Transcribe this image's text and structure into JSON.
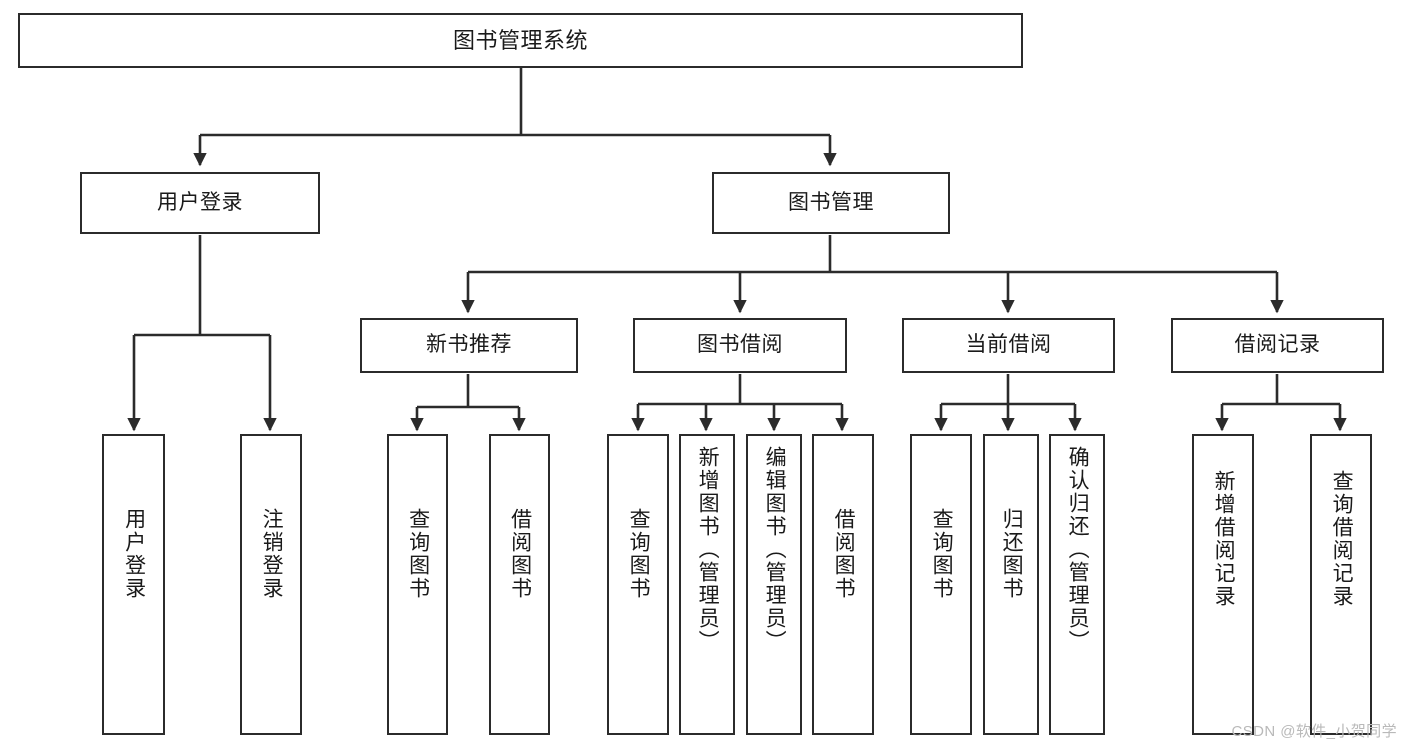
{
  "diagram": {
    "title": "图书管理系统",
    "type": "tree-hierarchy-chart",
    "watermark": "CSDN @软件_小贺同学",
    "colors": {
      "stroke": "#2b2b2b",
      "fill": "#ffffff",
      "text": "#1a1a1a",
      "watermark": "#b9b9b9"
    },
    "levels": {
      "root": "图书管理系统",
      "level1": [
        "用户登录",
        "图书管理"
      ],
      "level2": [
        "新书推荐",
        "图书借阅",
        "当前借阅",
        "借阅记录"
      ]
    }
  },
  "nodes": {
    "root": {
      "label": "图书管理系统"
    },
    "user_login": {
      "label": "用户登录"
    },
    "book_manage": {
      "label": "图书管理"
    },
    "new_book_rec": {
      "label": "新书推荐"
    },
    "book_borrow": {
      "label": "图书借阅"
    },
    "current_borrow": {
      "label": "当前借阅"
    },
    "borrow_record": {
      "label": "借阅记录"
    },
    "leaf_user_login": {
      "label": "用户登录"
    },
    "leaf_user_logout": {
      "label": "注销登录"
    },
    "leaf_query_book_a": {
      "label": "查询图书"
    },
    "leaf_borrow_book_a": {
      "label": "借阅图书"
    },
    "leaf_query_book_b": {
      "label": "查询图书"
    },
    "leaf_add_book": {
      "label": "新增图书（管理员）"
    },
    "leaf_edit_book": {
      "label": "编辑图书（管理员）"
    },
    "leaf_borrow_book_b": {
      "label": "借阅图书"
    },
    "leaf_query_book_c": {
      "label": "查询图书"
    },
    "leaf_return_book": {
      "label": "归还图书"
    },
    "leaf_confirm_return": {
      "label": "确认归还（管理员）"
    },
    "leaf_add_record": {
      "label": "新增借阅记录"
    },
    "leaf_query_record": {
      "label": "查询借阅记录"
    }
  }
}
